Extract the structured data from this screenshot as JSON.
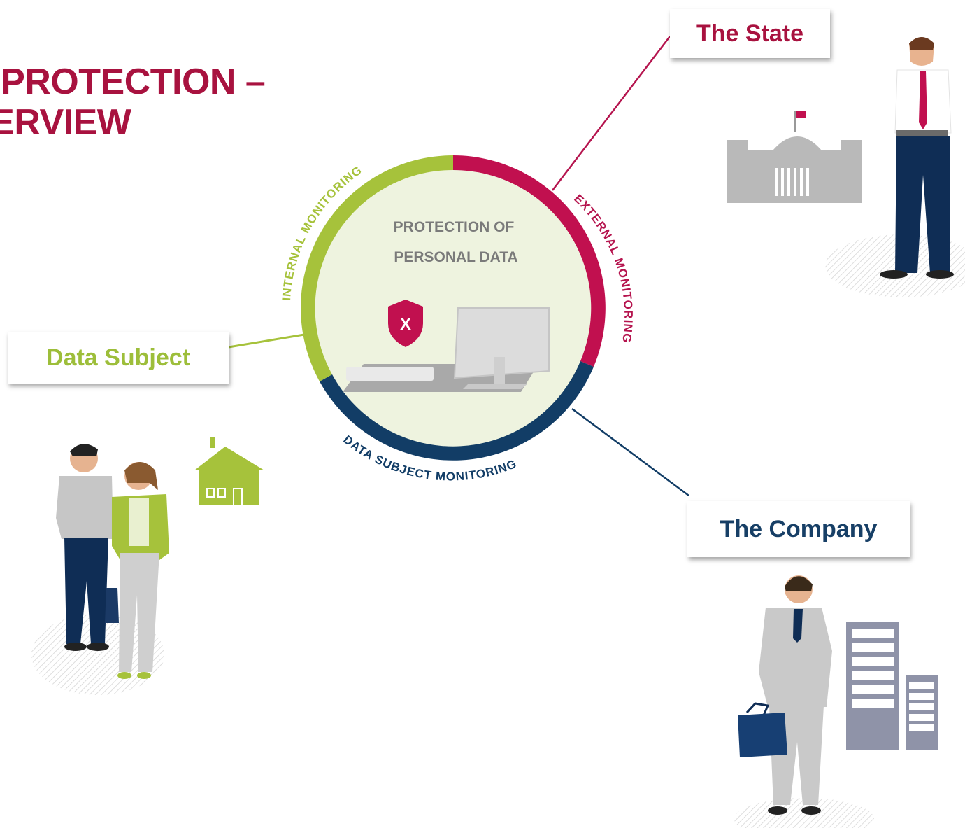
{
  "title": {
    "line1": "A PROTECTION –",
    "line2": "VERVIEW"
  },
  "labels": {
    "state": "The State",
    "data_subject": "Data Subject",
    "company": "The Company"
  },
  "center": {
    "line1": "PROTECTION OF",
    "line2": "PERSONAL DATA",
    "shield_mark": "X"
  },
  "ring_labels": {
    "internal": "INTERNAL MONITORING",
    "external": "EXTERNAL MONITORING",
    "data_subject": "DATA SUBJECT MONITORING"
  },
  "colors": {
    "crimson": "#b5144e",
    "green": "#a6c23b",
    "navy": "#123d66",
    "center_fill": "#eef3df",
    "gray": "#b9b9b9"
  },
  "icons": [
    "shield-icon",
    "computer-icon",
    "keyboard-icon",
    "parliament-building-icon",
    "house-icon",
    "office-building-icon",
    "person-icon",
    "briefcase-icon"
  ]
}
